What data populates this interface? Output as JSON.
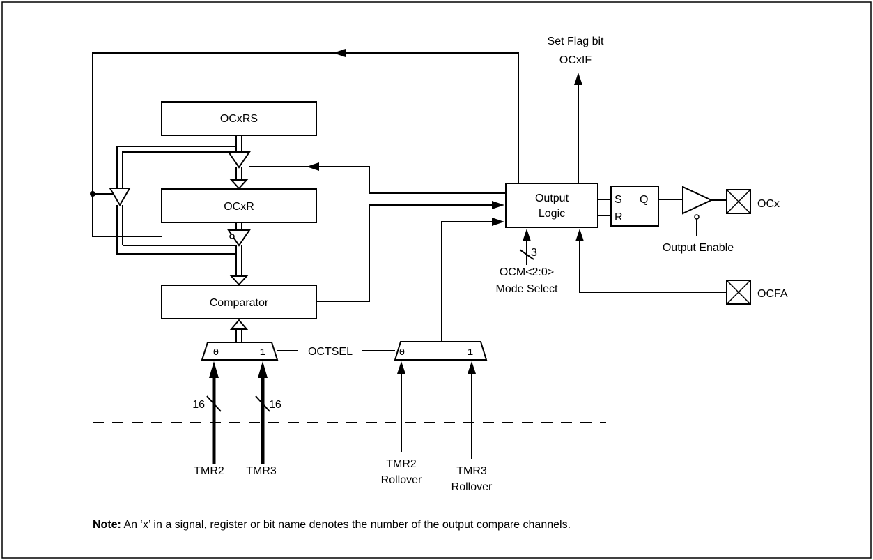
{
  "blocks": {
    "ocxrs": "OCxRS",
    "ocxr": "OCxR",
    "comparator": "Comparator",
    "output_logic_line1": "Output",
    "output_logic_line2": "Logic"
  },
  "flipflop": {
    "s": "S",
    "q": "Q",
    "r": "R"
  },
  "signals": {
    "set_flag_line1": "Set Flag bit",
    "set_flag_line2": "OCxIF",
    "ocx": "OCx",
    "output_enable": "Output Enable",
    "ocfa": "OCFA",
    "ocm_bus_width": "3",
    "ocm_line1": "OCM<2:0>",
    "ocm_line2": "Mode Select",
    "octsel": "OCTSEL",
    "tmr2": "TMR2",
    "tmr3": "TMR3",
    "bus_width_left": "16",
    "bus_width_right": "16",
    "tmr2_rollover_line1": "TMR2",
    "tmr2_rollover_line2": "Rollover",
    "tmr3_rollover_line1": "TMR3",
    "tmr3_rollover_line2": "Rollover"
  },
  "mux": {
    "input0": "0",
    "input1": "1"
  },
  "note": {
    "label": "Note:",
    "text": " An ‘x’ in a signal, register or bit name denotes the number of the output compare channels."
  }
}
